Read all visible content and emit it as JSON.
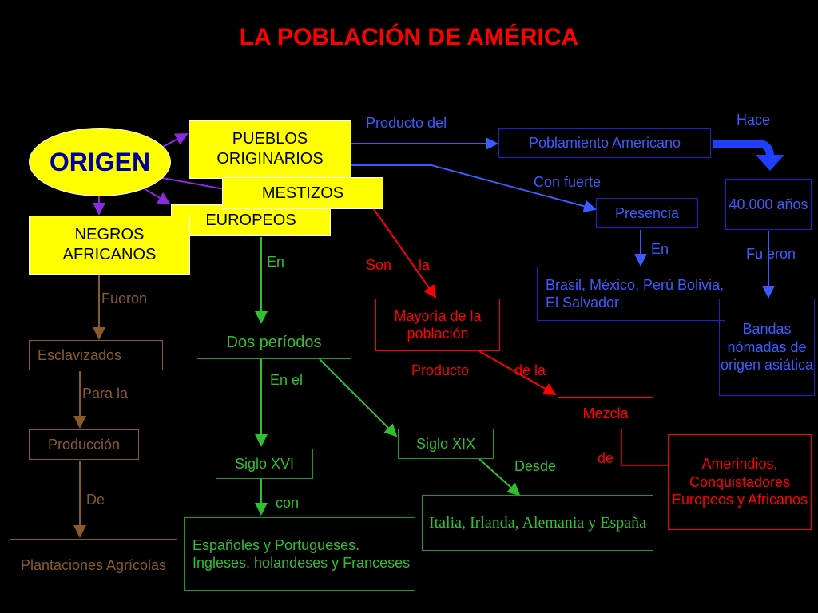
{
  "title": "LA POBLACIÓN DE AMÉRICA",
  "nodes": {
    "origen": "ORIGEN",
    "pueblos": "PUEBLOS ORIGINARIOS",
    "mestizos": "MESTIZOS",
    "europeos": "EUROPEOS",
    "negros": "NEGROS AFRICANOS",
    "poblamiento": "Poblamiento Americano",
    "anos": "40.000 años",
    "presencia": "Presencia",
    "paises": "Brasil, México, Perú Bolivia, El Salvador",
    "bandas": "Bandas nómadas de origen asiática",
    "mayoria": "Mayoría de la población",
    "mezcla": "Mezcla",
    "amerindios": "Amerindios, Conquistadores Europeos y Africanos",
    "dos_periodos": "Dos períodos",
    "siglo_xvi": "Siglo XVI",
    "siglo_xix": "Siglo XIX",
    "espanoles": "Españoles y Portugueses. Ingleses, holandeses y Franceses",
    "italia": "Italia, Irlanda, Alemania y España",
    "esclavizados": "Esclavizados",
    "produccion": "Producción",
    "plantaciones": "Plantaciones Agrícolas"
  },
  "labels": {
    "producto_del": "Producto del",
    "hace": "Hace",
    "con_fuerte": "Con fuerte",
    "en_presencia": "En",
    "fueron_bandas": "Fu eron",
    "son": "Son",
    "la": "la",
    "producto": "Producto",
    "de_la": "de la",
    "de": "de",
    "en_europeos": "En",
    "en_el": "En el",
    "desde": "Desde",
    "con": "con",
    "fueron": "Fueron",
    "para_la": "Para la",
    "de_plantaciones": "De"
  },
  "colors": {
    "title": "#ff0000",
    "yellow": "#ffff00",
    "blue": "#3b5bff",
    "red": "#ff0000",
    "green": "#2fbf2f",
    "brown": "#8b5a2b"
  }
}
